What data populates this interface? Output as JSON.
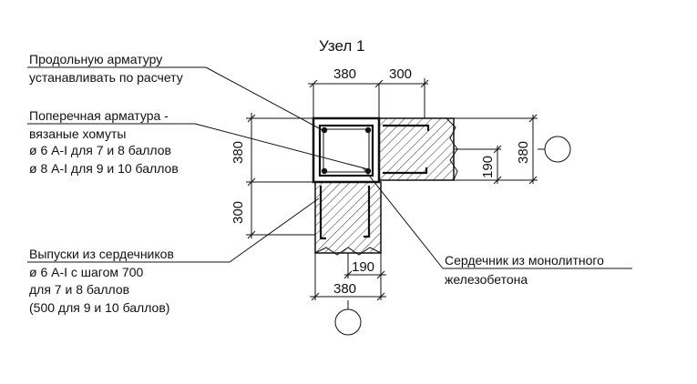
{
  "title": "Узел 1",
  "notes": {
    "longitudinal": [
      "Продольную арматуру",
      "устанавливать по расчету"
    ],
    "transverse": [
      "Поперечная арматура -",
      "вязаные хомуты",
      "ø 6 А-I для 7 и 8 баллов",
      "ø 8 А-I для 9 и 10 баллов"
    ],
    "outlets": [
      "Выпуски из сердечников",
      "ø 6 А-I  с шагом 700",
      "для 7 и 8 баллов",
      "(500 для 9 и 10 баллов)"
    ],
    "core": [
      "Сердечник из монолитного",
      "железобетона"
    ]
  },
  "dimensions": {
    "top_left": "380",
    "top_right": "300",
    "left_upper": "380",
    "left_lower": "300",
    "right_inner": "190",
    "right_outer": "380",
    "bottom_inner": "190",
    "bottom_outer": "380"
  },
  "colors": {
    "line": "#111111",
    "background": "#ffffff"
  }
}
